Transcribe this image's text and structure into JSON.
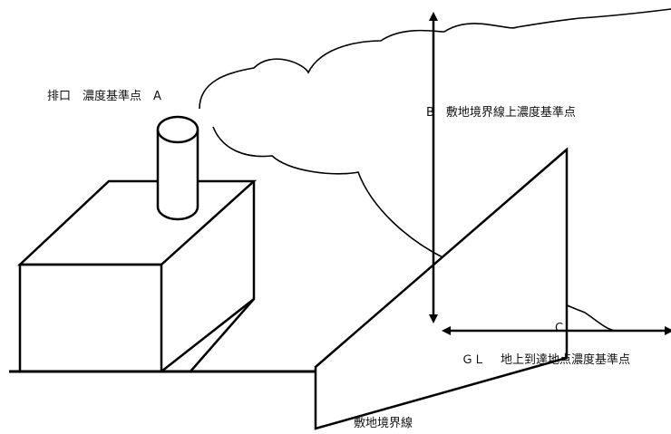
{
  "labels": {
    "point_a": "排口　濃度基準点　A",
    "point_b": "B　敷地境界線上濃度基準点",
    "point_c": "C",
    "gl": "ＧＬ",
    "ground_point": "地上到達地点濃度基準点",
    "boundary": "敷地境界線"
  },
  "colors": {
    "stroke": "#000000",
    "background": "#ffffff"
  }
}
